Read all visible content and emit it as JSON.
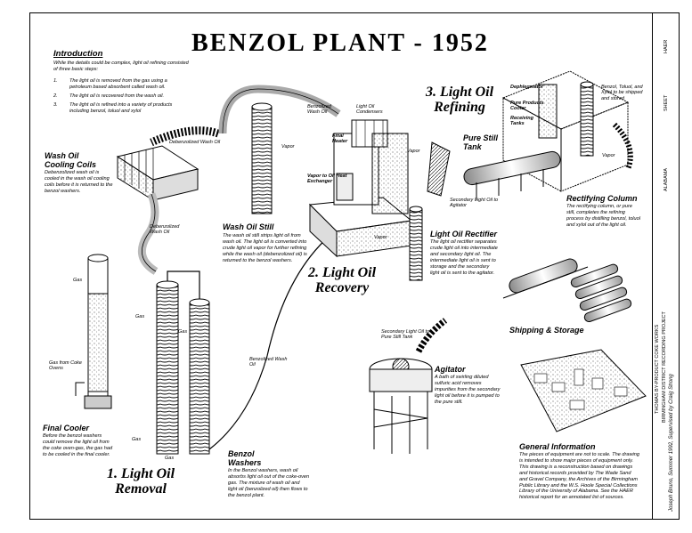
{
  "title": "BENZOL  PLANT - 1952",
  "intro": {
    "heading": "Introduction",
    "lead": "While the details could be complex, light oil refining consisted of three basic steps:",
    "steps": [
      {
        "num": "1.",
        "text": "The light oil is removed from the gas using a petroleum based absorbent called wash oil."
      },
      {
        "num": "2.",
        "text": "The light oil is recovered from the wash oil."
      },
      {
        "num": "3.",
        "text": "The light oil is refined into a variety of products including benzol, toluol and xylol"
      }
    ]
  },
  "phases": {
    "removal": {
      "line1": "1. Light Oil",
      "line2": "Removal"
    },
    "recovery": {
      "line1": "2. Light Oil",
      "line2": "Recovery"
    },
    "refining": {
      "line1": "3. Light Oil",
      "line2": "Refining"
    }
  },
  "sections": {
    "wash_oil_cooling": {
      "heading": "Wash Oil Cooling Coils",
      "text": "Debenzolized wash oil is cooled in the wash oil cooling coils before it is returned to the benzol washers."
    },
    "wash_oil_still": {
      "heading": "Wash Oil Still",
      "text": "The wash oil still strips light oil from wash oil. The light oil is converted into crude light oil vapor for further refining while the wash oil (debenzolized oil) is returned to the benzol washers."
    },
    "final_cooler": {
      "heading": "Final Cooler",
      "text": "Before the benzol washers could remove the light oil from the coke oven-gas, the gas had to be cooled in the final cooler."
    },
    "benzol_washers": {
      "heading": "Benzol Washers",
      "text": "In the Benzol washers, wash oil absorbs light oil out of the coke-oven gas. The mixture of wash oil and light oil (benzolized oil) then flows to the benzol plant."
    },
    "light_oil_rectifier": {
      "heading": "Light Oil Rectifier",
      "text": "The light oil rectifier separates crude light oil into intermediate and secondary light oil. The intermediate light oil is sent to storage and the secondary light oil is sent to the agitator."
    },
    "rectifying_column": {
      "heading": "Rectifying Column",
      "text": "The rectifying column, or pure still, completes the refining process by distilling benzol, toluol and xylol out of the light oil."
    },
    "agitator": {
      "heading": "Agitator",
      "text": "A bath of swirling diluted sulfuric acid removes impurities from the secondary light oil before it is pumped to the pure still."
    },
    "shipping_storage": {
      "heading": "Shipping & Storage"
    },
    "pure_still_tank": {
      "heading": "Pure Still Tank"
    },
    "general_info": {
      "heading": "General Information",
      "text": "The pieces of equipment are not to scale. The drawing is intended to show major pieces of equipment only. This drawing is a reconstruction based on drawings and historical records provided by The Wade Sand and Gravel Company, the Archives of the Birmingham Public Library and the W.S. Hoole Special Collections Library of the University of Alabama. See the HAER historical report for an annotated list of sources."
    }
  },
  "labels": {
    "debenzolized_top": "Debenzolized Wash Oil",
    "debenzolized_left": "Debenzolized Wash Oil",
    "benzolized_top": "Benzolized Wash Oil",
    "light_oil_condensers": "Light Oil Condensers",
    "final_heater": "Final Heater",
    "vapor_heat_exchanger": "Vapor to Oil Heat Exchanger",
    "vapor1": "Vapor",
    "vapor2": "Vapor",
    "vapor3": "Vapor",
    "vapor4": "Vapor",
    "secondary_to_agitator": "Secondary Light Oil to Agitator",
    "secondary_to_pure_still": "Secondary Light Oil to Pure Still Tank",
    "benzolized_mid": "Benzolized Wash Oil",
    "gas1": "Gas",
    "gas2": "Gas",
    "gas3": "Gas",
    "gas4": "Gas",
    "gas5": "Gas",
    "gas_from_coke": "Gas from Coke Ovens",
    "dephlegmator": "Dephlegmator",
    "pure_products_cooler": "Pure Products Cooler",
    "receiving_tanks": "Receiving Tanks",
    "benzol_shipped": "Benzol, Toluol, and Xylol to be shipped and stored"
  },
  "title_block": {
    "line1": "THOMAS BY-PRODUCT COKE WORKS",
    "line2": "BIRMINGHAM   DISTRICT RECORDING PROJECT",
    "line3": "Joseph Bruno, Summer 1992, Supervised by Craig Strong",
    "state": "ALABAMA",
    "haer": "HAER",
    "sheet": "SHEET"
  }
}
